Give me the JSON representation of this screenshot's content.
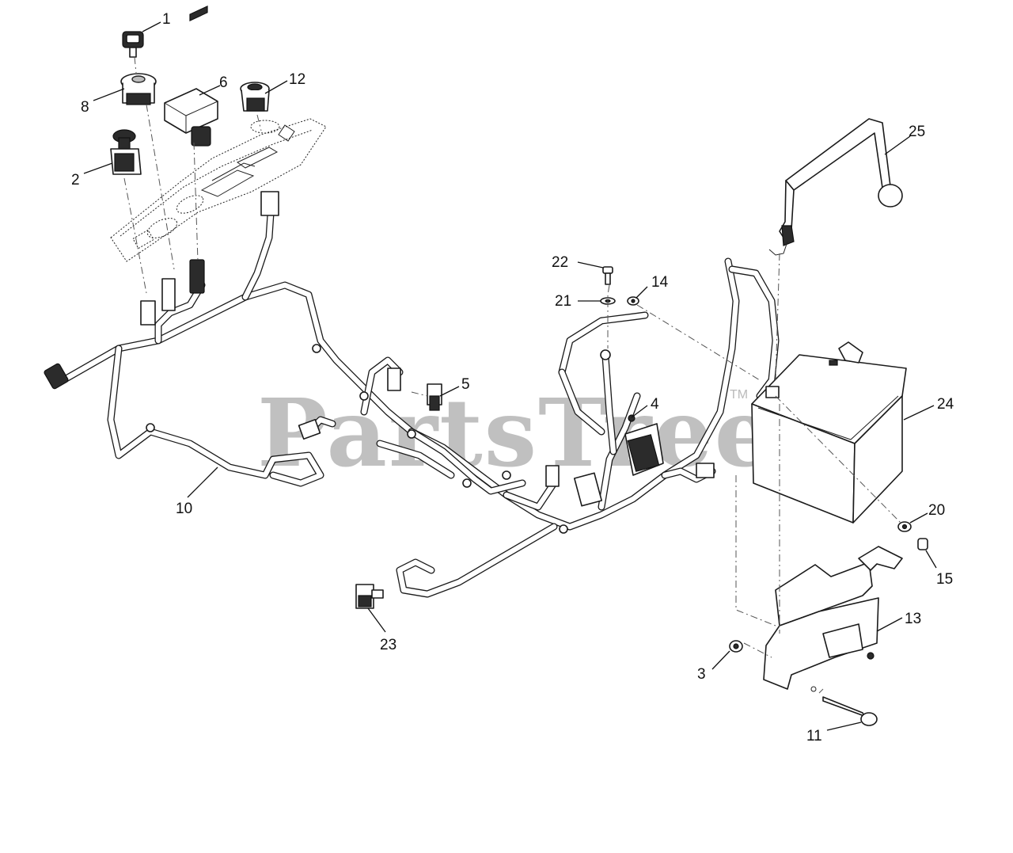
{
  "watermark": {
    "text": "PartsTree",
    "trademark": "TM"
  },
  "callouts": {
    "c1": "1",
    "c2": "2",
    "c3": "3",
    "c4": "4",
    "c5": "5",
    "c6": "6",
    "c8": "8",
    "c10": "10",
    "c11": "11",
    "c12": "12",
    "c13": "13",
    "c14": "14",
    "c15": "15",
    "c20": "20",
    "c21": "21",
    "c22": "22",
    "c23": "23",
    "c24": "24",
    "c25": "25"
  },
  "colors": {
    "line": "#1a1a1a",
    "watermark": "#8c8c8c",
    "background": "#ffffff"
  }
}
